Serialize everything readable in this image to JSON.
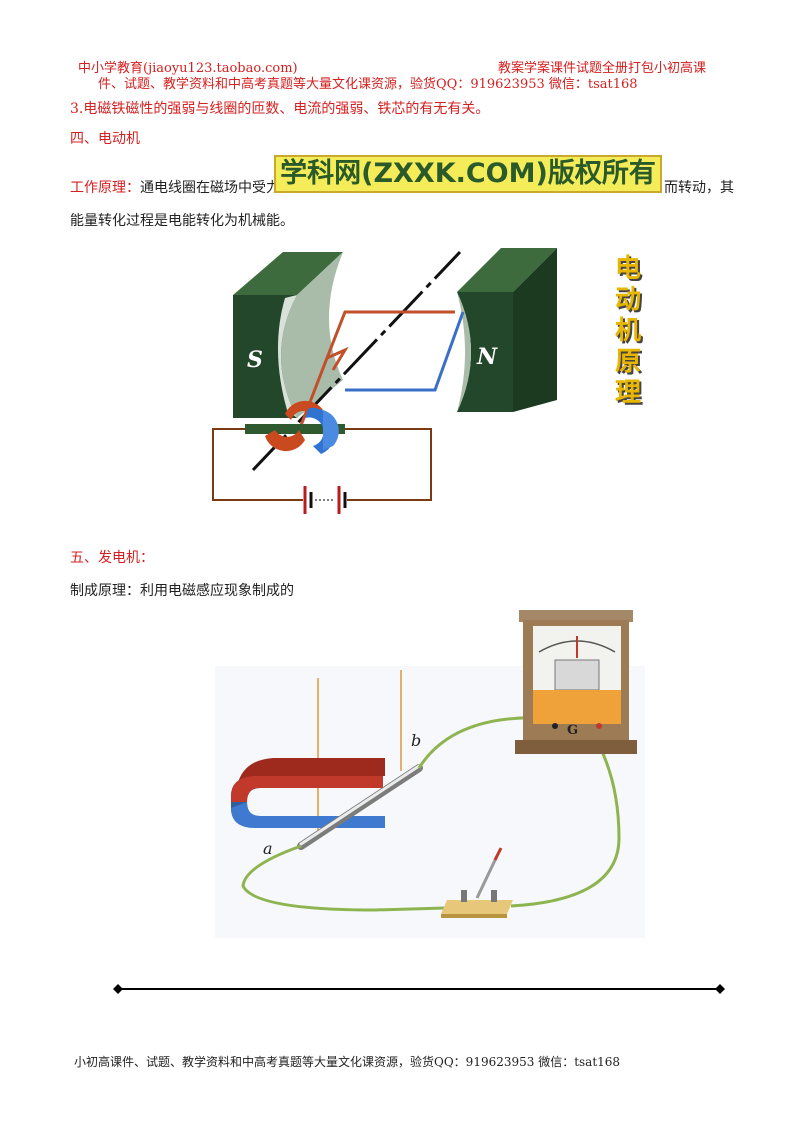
{
  "header": {
    "left": "中小学教育(jiaoyu123.taobao.com)",
    "right": "教案学案课件试题全册打包小初高课",
    "line2": "件、试题、教学资料和中高考真题等大量文化课资源，验货QQ：919623953   微信：tsat168"
  },
  "content": {
    "point3": "3.电磁铁磁性的强弱与线圈的匝数、电流的强弱、铁芯的有无有关。",
    "section4_title": "四、电动机",
    "principle_label": "工作原理：",
    "principle_text_a": "通电线圈在磁场中受力",
    "principle_text_b": "而转动，其",
    "principle_line2": "能量转化过程是电能转化为机械能。",
    "watermark": "学科网(ZXXK.COM)版权所有",
    "section5_title": "五、发电机：",
    "generator_principle": "制成原理：利用电磁感应现象制成的"
  },
  "motor_figure": {
    "pole_left": "S",
    "pole_right": "N",
    "side_title": [
      "电",
      "动",
      "机",
      "原",
      "理"
    ]
  },
  "generator_figure": {
    "label_a": "a",
    "label_b": "b",
    "meter_label": "G"
  },
  "footer": {
    "text": "小初高课件、试题、教学资料和中高考真题等大量文化课资源，验货QQ：919623953    微信：tsat168"
  }
}
